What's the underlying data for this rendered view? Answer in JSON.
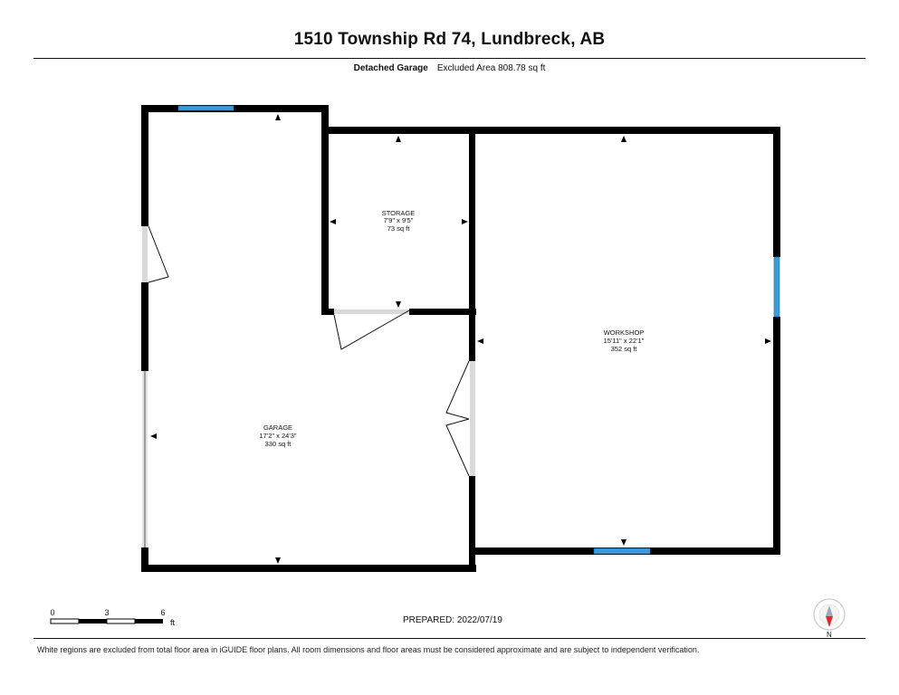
{
  "header": {
    "title": "1510 Township Rd 74, Lundbreck, AB",
    "level_label": "Detached Garage",
    "area_note": "Excluded Area 808.78 sq ft"
  },
  "rooms": {
    "storage": {
      "name": "STORAGE",
      "dims": "7'9\" x 9'5\"",
      "area": "73 sq ft"
    },
    "workshop": {
      "name": "WORKSHOP",
      "dims": "15'11\" x 22'1\"",
      "area": "352 sq ft"
    },
    "garage": {
      "name": "GARAGE",
      "dims": "17'2\" x 24'3\"",
      "area": "330 sq ft"
    }
  },
  "scale_bar": {
    "ticks": [
      "0",
      "3",
      "6"
    ],
    "unit": "ft"
  },
  "prepared": "PREPARED: 2022/07/19",
  "compass": {
    "label": "N",
    "needle_color": "#e3262b"
  },
  "footer": {
    "disclaimer": "White regions are excluded from total floor area in iGUIDE floor plans. All room dimensions and floor areas must be considered approximate and are subject to independent verification."
  },
  "colors": {
    "wall": "#000000",
    "window": "#3e9ad6",
    "door": "#cccccc"
  }
}
